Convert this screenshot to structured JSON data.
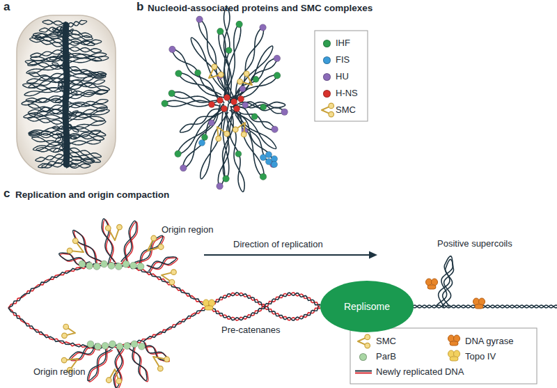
{
  "diagram": {
    "nodes": [
      {
        "text": [
          "Replisome"
        ]
      }
    ],
    "labels": [
      "a",
      "b",
      "Nucleoid-associated proteins and SMC complexes",
      "c",
      "Replication and origin compaction",
      "Origin region",
      "Direction of replication",
      "Positive supercoils",
      "Pre-catenanes",
      "Origin region"
    ],
    "legend": [
      {
        "text": "IHF",
        "color": "#2e9e4f"
      },
      {
        "text": "FIS",
        "color": "#3b9bd8"
      },
      {
        "text": "HU",
        "color": "#8b6bb8"
      },
      {
        "text": "H-NS",
        "color": "#d7322c"
      },
      {
        "text": "SMC"
      },
      {
        "text": "SMC"
      },
      {
        "text": "DNA gyrase"
      },
      {
        "text": "ParB",
        "color": "#a9d6a4"
      },
      {
        "text": "Topo IV"
      },
      {
        "text": "Newly replicated DNA"
      }
    ]
  }
}
